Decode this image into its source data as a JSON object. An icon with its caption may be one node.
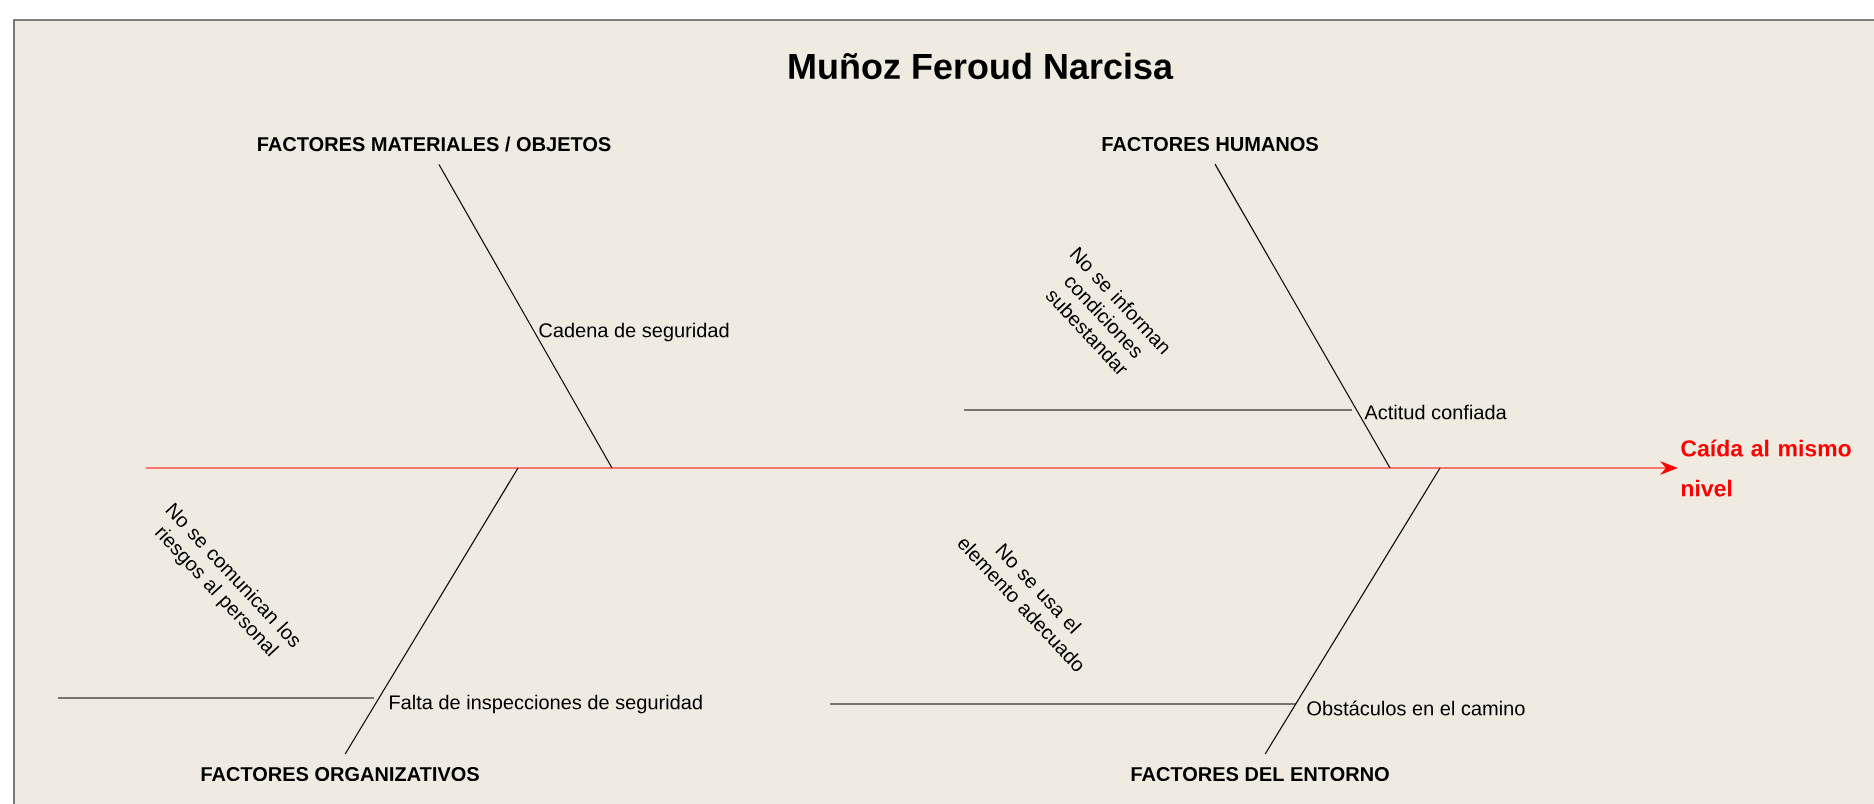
{
  "diagram": {
    "title": "Muñoz Feroud Narcisa",
    "nodes": [
      {
        "text": [
          "FACTORES MATERIALES / OBJETOS"
        ]
      },
      {
        "text": [
          "FACTORES HUMANOS"
        ]
      },
      {
        "text": [
          "FACTORES ORGANIZATIVOS"
        ]
      },
      {
        "text": [
          "FACTORES DEL ENTORNO"
        ]
      },
      {
        "text": [
          "Caída al mismo nivel"
        ]
      }
    ],
    "edges": [
      {
        "from": null,
        "to": 4,
        "arrow": "to",
        "color": "#ff0000"
      },
      {
        "from": 0,
        "to": null,
        "arrow": "none"
      },
      {
        "from": 1,
        "to": null,
        "arrow": "none"
      },
      {
        "from": 2,
        "to": null,
        "arrow": "none"
      },
      {
        "from": 3,
        "to": null,
        "arrow": "none"
      }
    ],
    "labels": [
      "Cadena de seguridad",
      "No se informan condiciones subestandar",
      "Actitud confiada",
      "No se comunican los riesgos al personal",
      "No se usa el elemento adecuado",
      "Falta de inspecciones de seguridad",
      "Obstáculos en el camino"
    ]
  }
}
